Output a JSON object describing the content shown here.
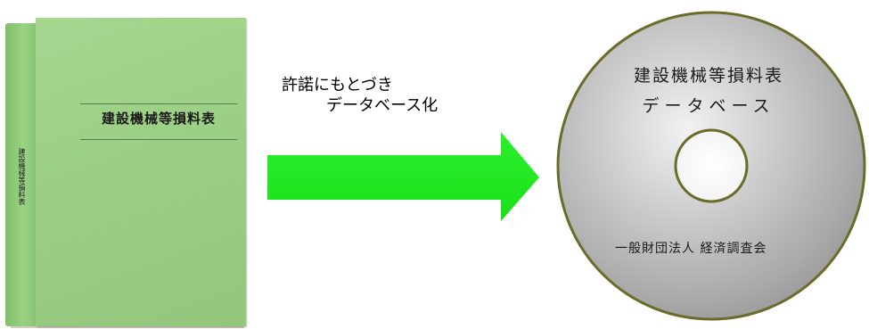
{
  "book": {
    "cover_title": "建設機械等損料表",
    "spine_title": "建設機械等損料表"
  },
  "caption": {
    "line1": "許諾にもとづき",
    "line2": "データベース化"
  },
  "disc": {
    "title": "建設機械等損料表",
    "subtitle": "データベース",
    "publisher": "一般財団法人 経済調査会"
  },
  "colors": {
    "book_green": "#9ccf86",
    "arrow_green": "#22ee22",
    "disc_silver": "#b8b8b8",
    "disc_rim": "#6b6b2a"
  }
}
